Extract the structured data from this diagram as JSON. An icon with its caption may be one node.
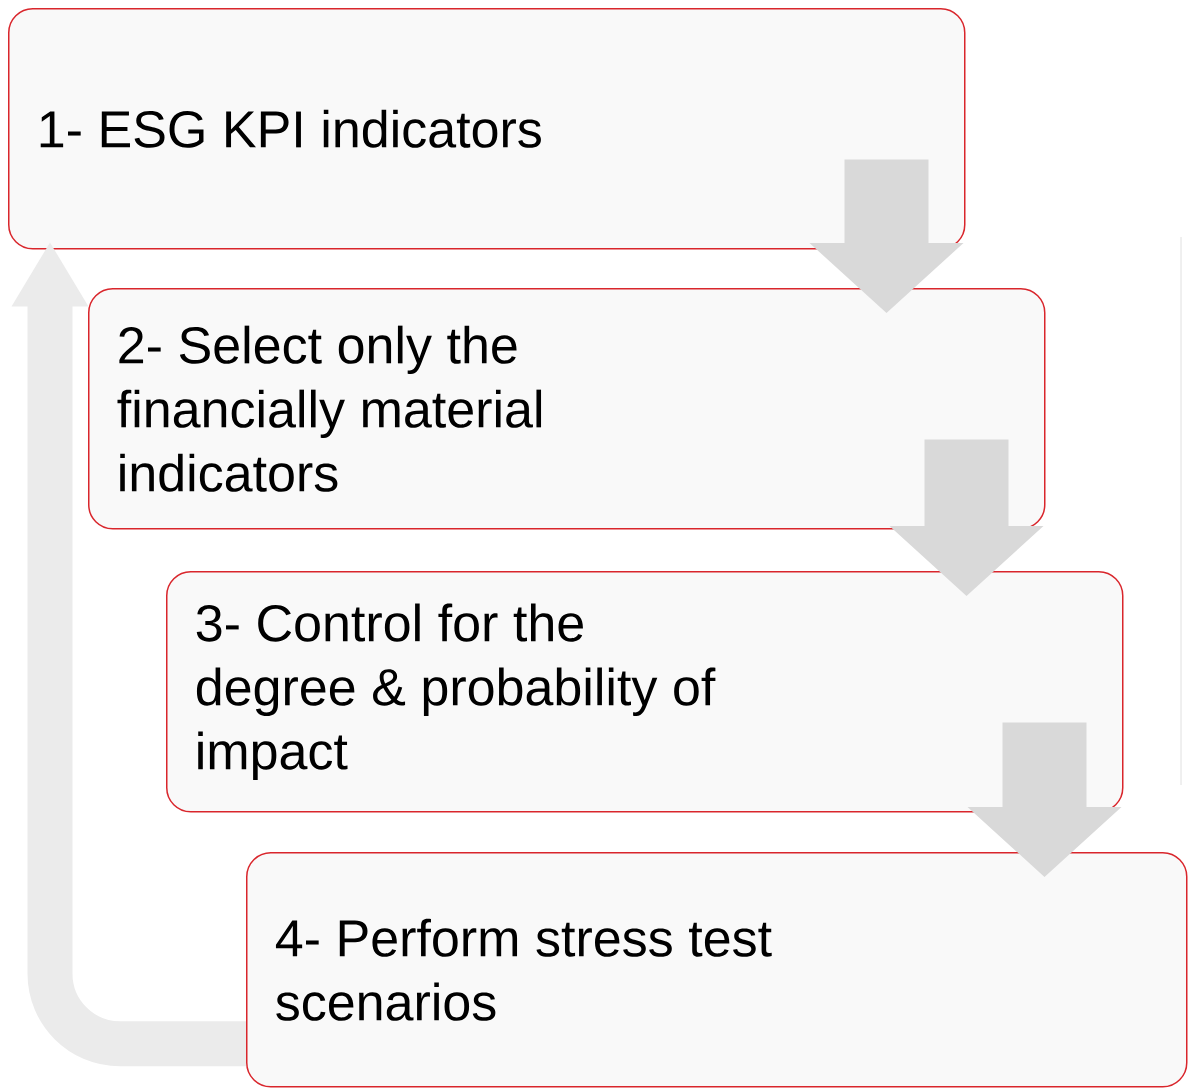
{
  "diagram": {
    "nodes": [
      {
        "text": [
          "1- ESG KPI indicators"
        ]
      },
      {
        "text": [
          "2- Select only the financially material indicators"
        ]
      },
      {
        "text": [
          "3- Control for the degree & probability of impact"
        ]
      },
      {
        "text": [
          "4- Perform stress test scenarios"
        ]
      }
    ],
    "edges": [
      {
        "from": 0,
        "to": 1,
        "arrow": "to"
      },
      {
        "from": 1,
        "to": 2,
        "arrow": "to"
      },
      {
        "from": 2,
        "to": 3,
        "arrow": "to"
      },
      {
        "from": 3,
        "to": 0,
        "arrow": "to",
        "color": "#ebebeb"
      }
    ]
  }
}
